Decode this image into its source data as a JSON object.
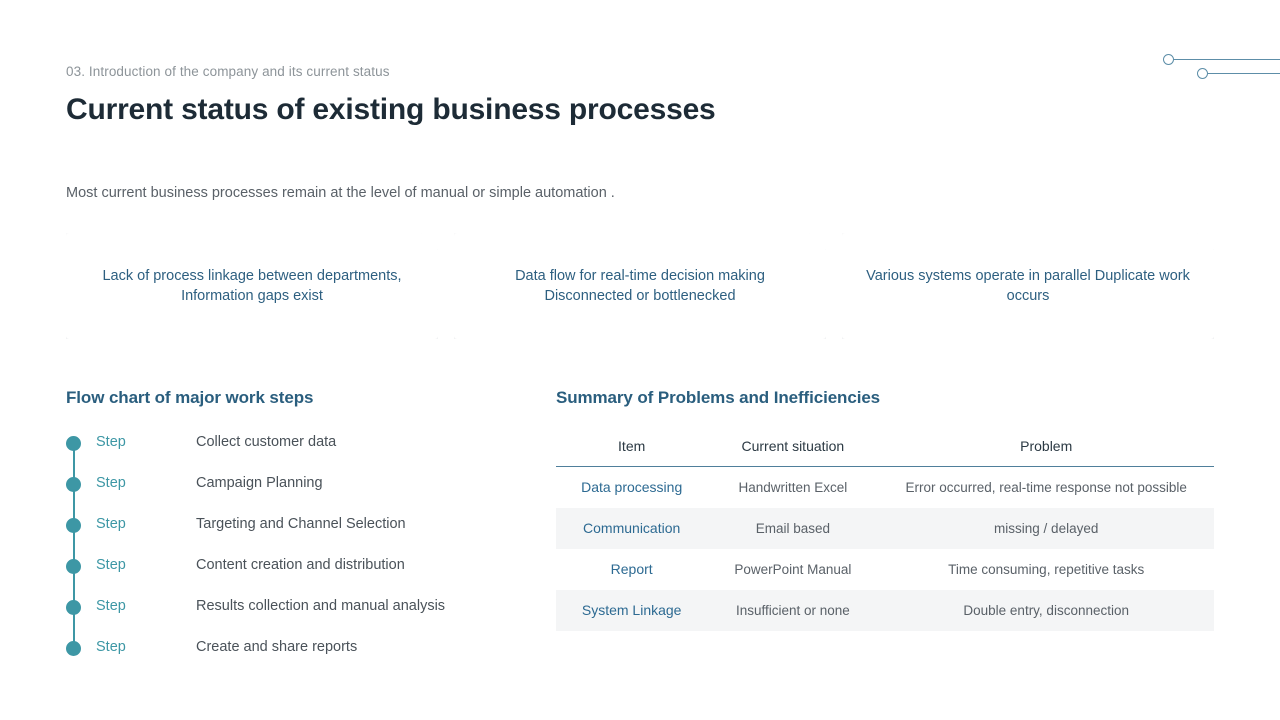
{
  "header": {
    "eyebrow": "03. Introduction of the company and its current status",
    "title": "Current status of existing business processes",
    "lede": "Most current business processes remain at the level of manual or simple automation ."
  },
  "theme": {
    "accent_teal": "#3d97a5",
    "accent_blue": "#2d5f80",
    "heading_blue": "#2a5e7e",
    "body_gray": "#5a6168",
    "rule_blue": "#4f7f9b",
    "alt_row": "#f4f5f6"
  },
  "cards": [
    {
      "text": "Lack of process linkage between departments, Information gaps exist"
    },
    {
      "text": "Data flow for real-time decision making Disconnected or bottlenecked"
    },
    {
      "text": "Various systems operate in parallel Duplicate work occurs"
    }
  ],
  "flow": {
    "heading": "Flow chart of major work steps",
    "steps": [
      {
        "step": "Step",
        "label": "Collect customer data"
      },
      {
        "step": "Step",
        "label": "Campaign Planning"
      },
      {
        "step": "Step",
        "label": "Targeting and Channel Selection"
      },
      {
        "step": "Step",
        "label": "Content creation and distribution"
      },
      {
        "step": "Step",
        "label": "Results collection and manual analysis"
      },
      {
        "step": "Step",
        "label": "Create and share reports"
      }
    ]
  },
  "table": {
    "heading": "Summary of Problems and Inefficiencies",
    "columns": [
      "Item",
      "Current situation",
      "Problem"
    ],
    "rows": [
      {
        "item": "Data processing",
        "situation": "Handwritten Excel",
        "problem": "Error occurred, real-time response not possible"
      },
      {
        "item": "Communication",
        "situation": "Email based",
        "problem": "missing / delayed"
      },
      {
        "item": "Report",
        "situation": "PowerPoint Manual",
        "problem": "Time consuming, repetitive tasks"
      },
      {
        "item": "System Linkage",
        "situation": "Insufficient or none",
        "problem": "Double entry, disconnection"
      }
    ]
  }
}
